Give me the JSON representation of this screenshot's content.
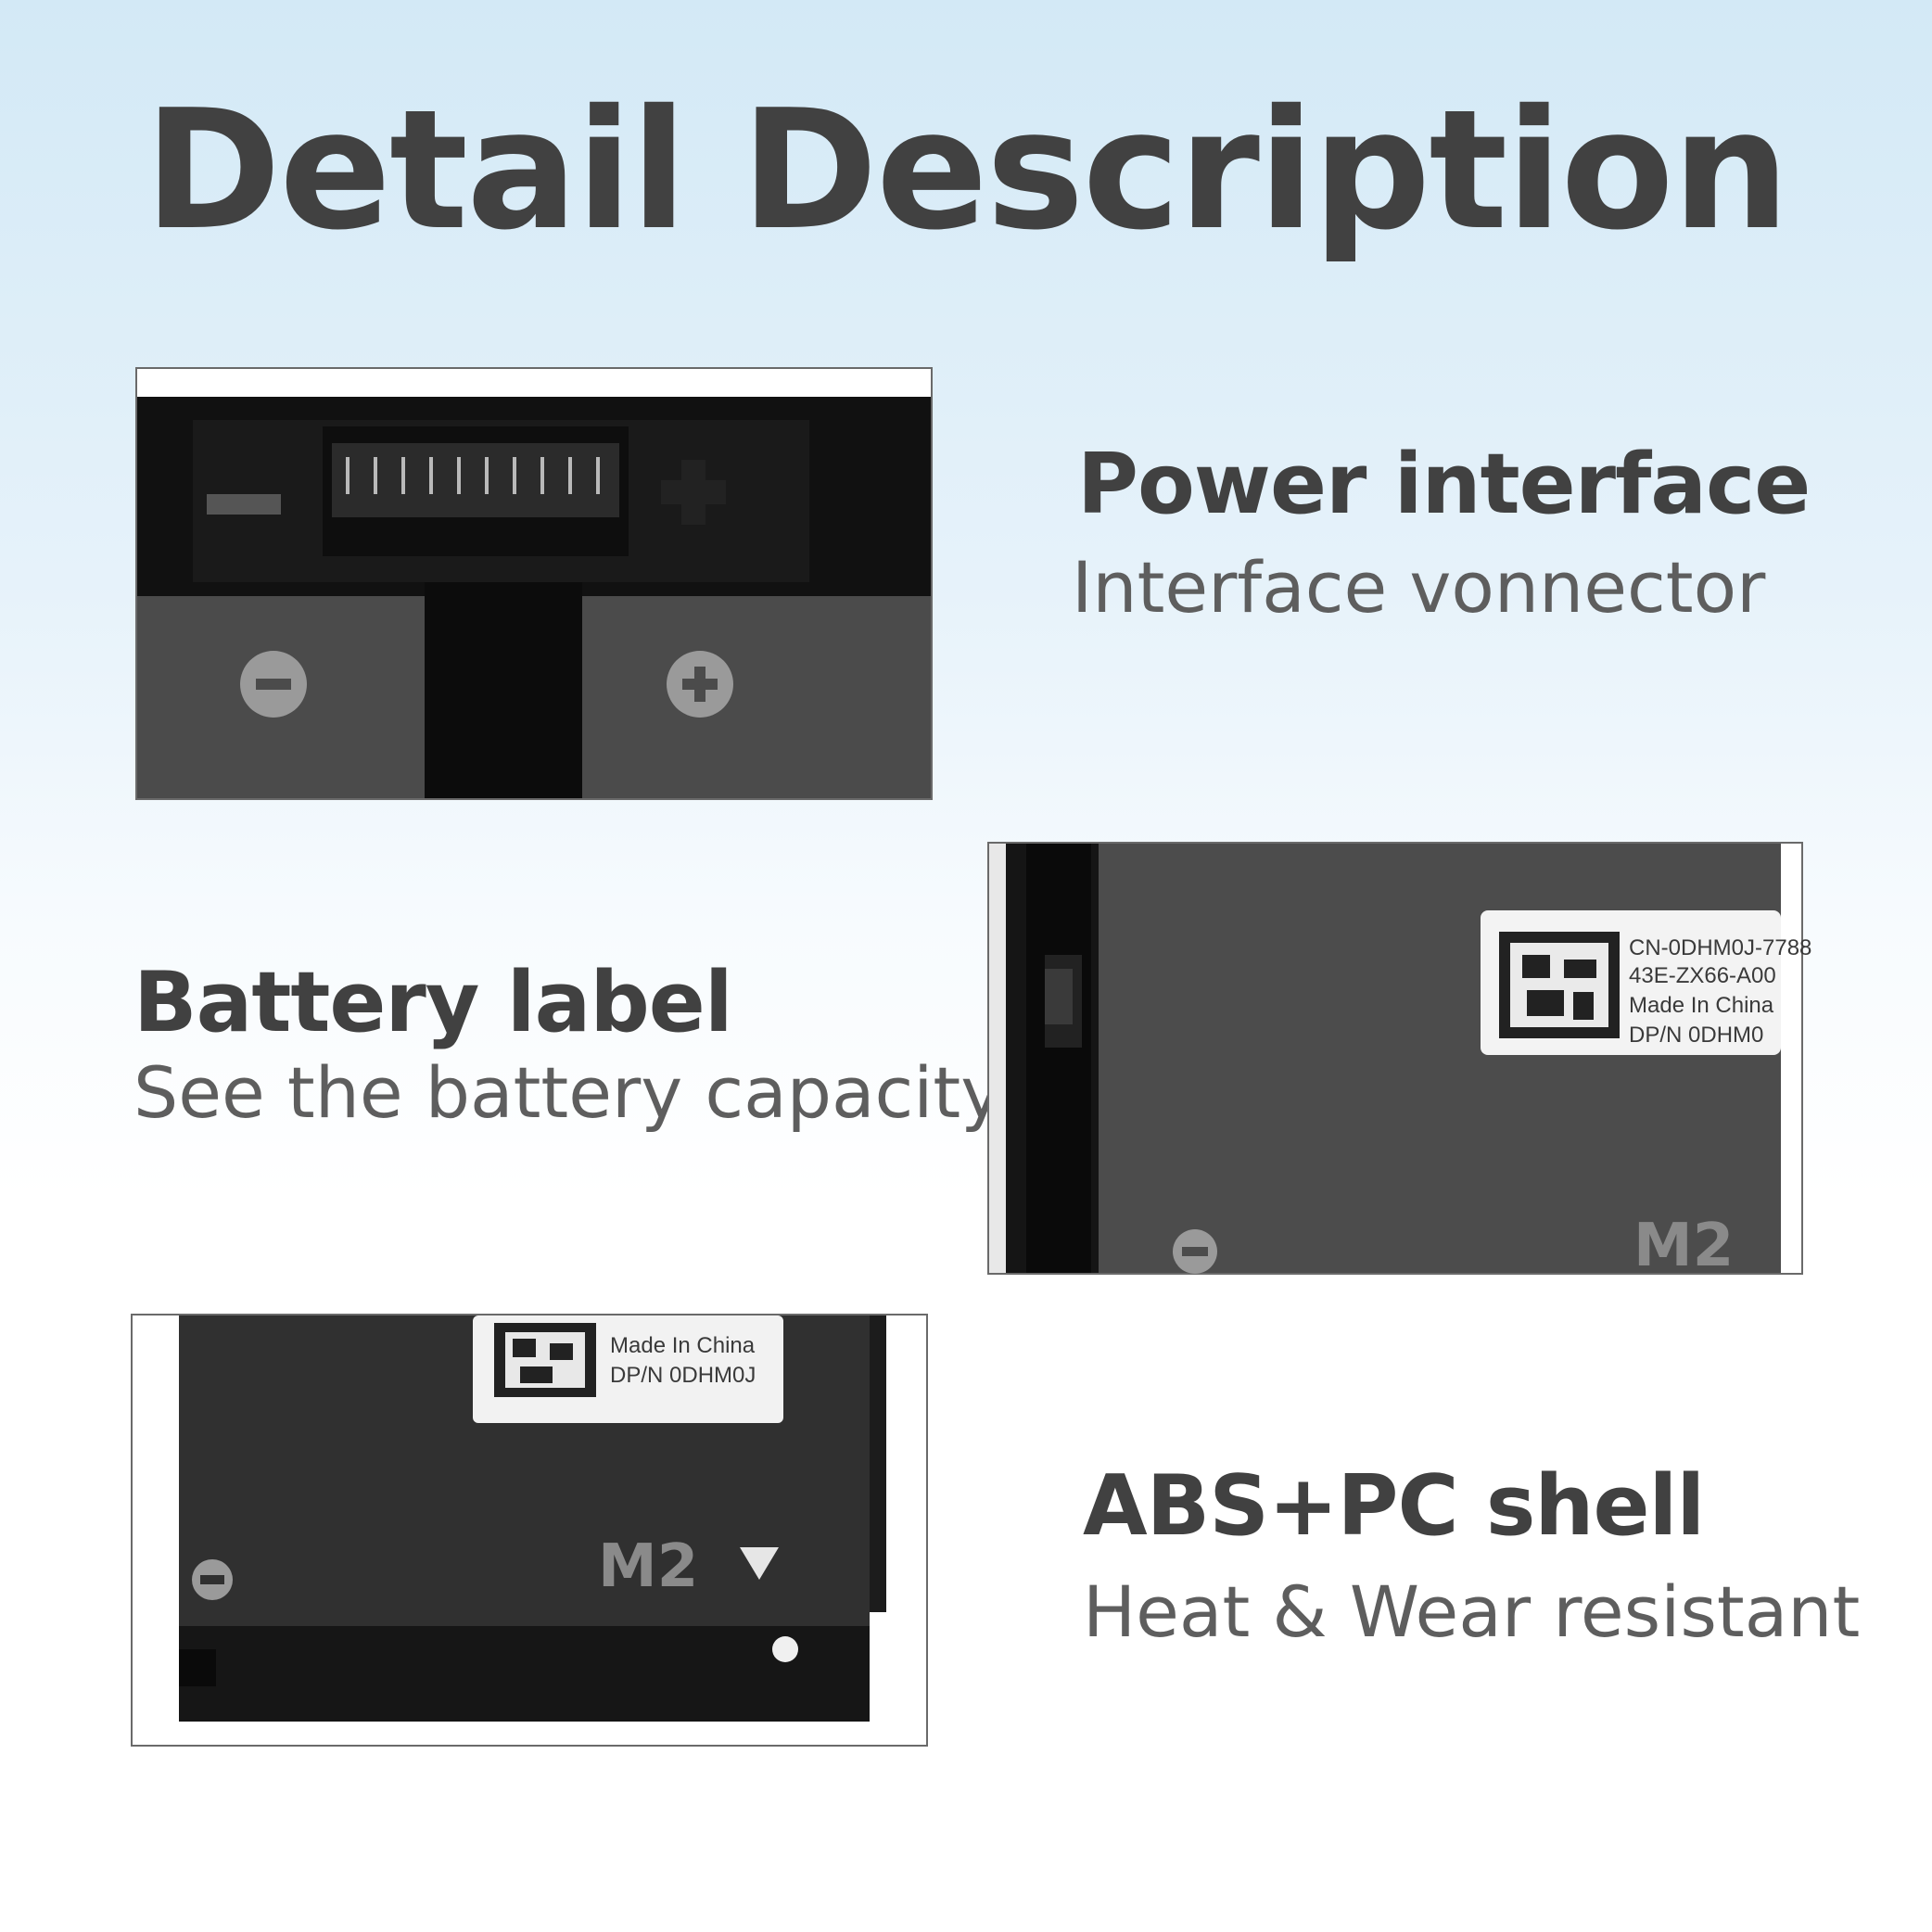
{
  "title": "Detail Description",
  "sections": [
    {
      "heading": "Power interface",
      "subheading": "Interface vonnector"
    },
    {
      "heading": "Battery label",
      "subheading": "See the battery capacity"
    },
    {
      "heading": "ABS+PC shell",
      "subheading": "Heat & Wear resistant"
    }
  ],
  "label_photo": {
    "lines": [
      "CN-0DHM0J-7788",
      "43E-ZX66-A00",
      "Made In China",
      "DP/N 0DHM0"
    ],
    "marking": "M2"
  },
  "shell_photo": {
    "lines": [
      "Made In China",
      "DP/N 0DHM0J"
    ],
    "marking": "M2"
  },
  "colors": {
    "heading": "#414141",
    "subheading": "#5e5e5e",
    "battery_body": "#3d3d3d"
  }
}
